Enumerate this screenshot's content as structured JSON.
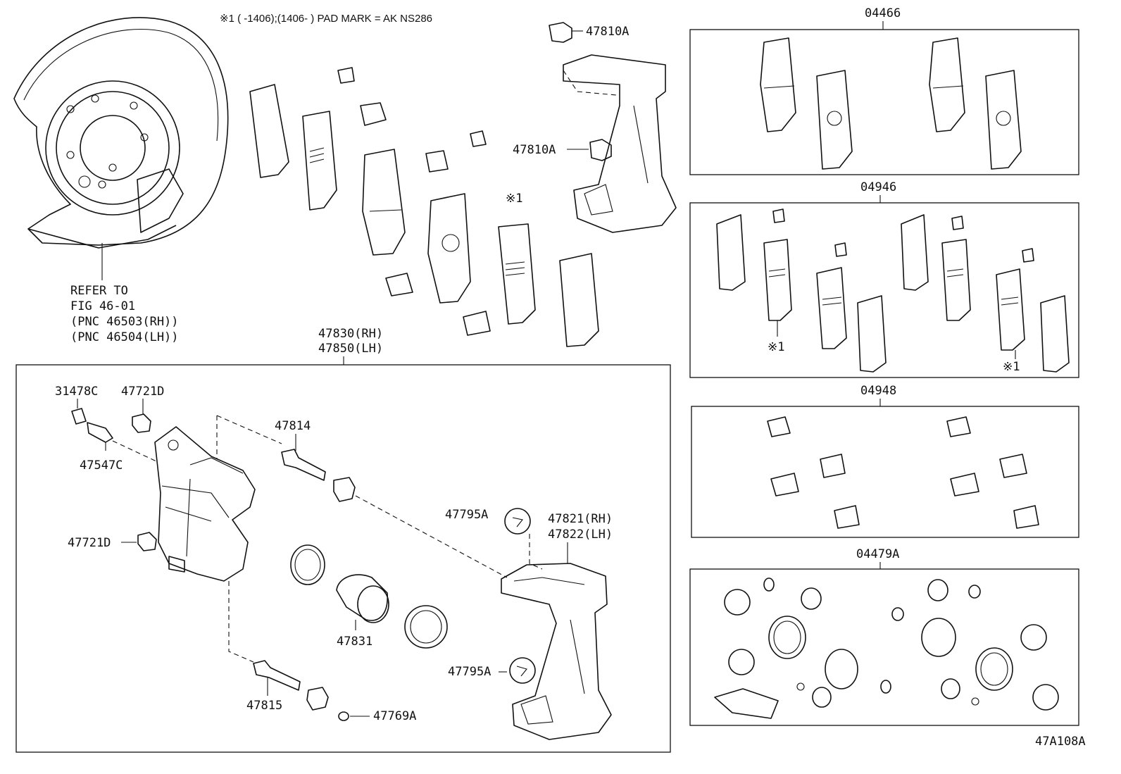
{
  "diagram": {
    "top_note": "※1 (       -1406);(1406-       ) PAD MARK = AK NS286",
    "refer": {
      "line1": "REFER TO",
      "line2": "FIG 46-01",
      "line3": "(PNC 46503(RH))",
      "line4": "(PNC 46504(LH))"
    },
    "mark1": "※1",
    "labels": {
      "p47810A_top": "47810A",
      "p47810A_mid": "47810A",
      "p47830": "47830(RH)",
      "p47850": "47850(LH)",
      "p31478C": "31478C",
      "p47721D_top": "47721D",
      "p47547C": "47547C",
      "p47721D_side": "47721D",
      "p47814": "47814",
      "p47795A_top": "47795A",
      "p47821": "47821(RH)",
      "p47822": "47822(LH)",
      "p47831": "47831",
      "p47795A_bottom": "47795A",
      "p47815": "47815",
      "p47769A": "47769A"
    },
    "kits": {
      "k04466": "04466",
      "k04946": "04946",
      "k04948": "04948",
      "k04479A": "04479A"
    },
    "figure_code": "47A108A"
  }
}
